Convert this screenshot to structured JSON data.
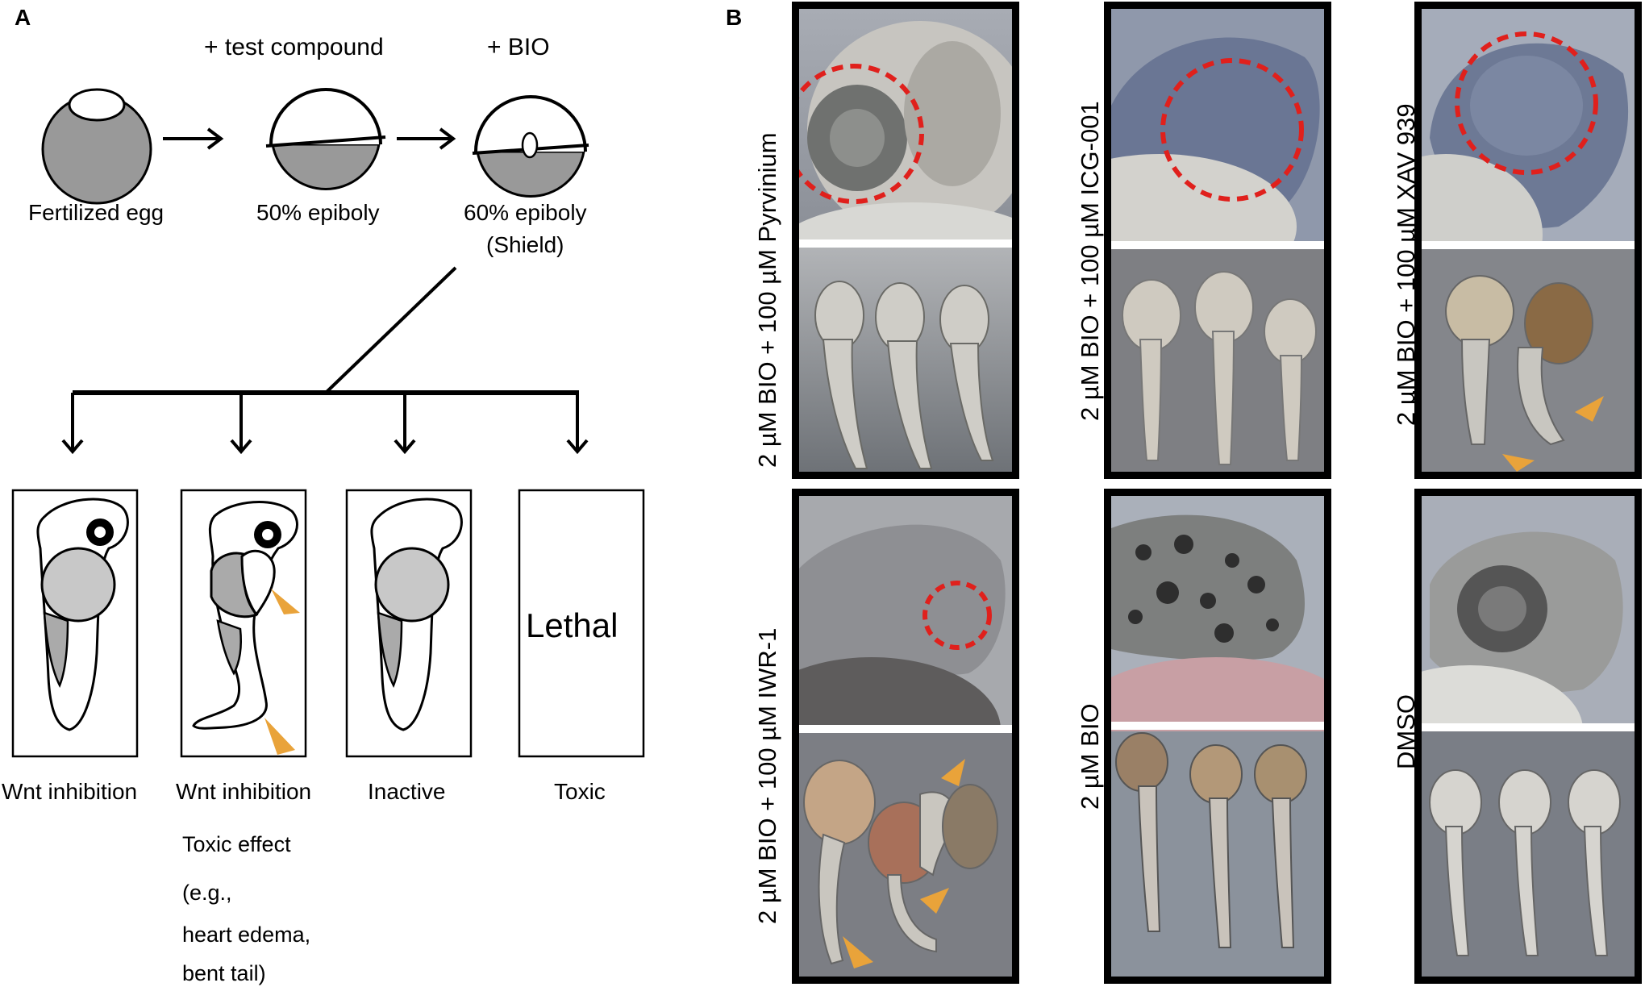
{
  "panel_a": {
    "letter": "A",
    "step_labels": {
      "test_compound": "+ test compound",
      "bio": "+ BIO"
    },
    "stages": [
      "Fertilized egg",
      "50% epiboly",
      "60% epiboly",
      "(Shield)"
    ],
    "outcome_box_text": "Lethal",
    "outcomes": [
      "Wnt inhibition",
      "Wnt inhibition",
      "Inactive",
      "Toxic"
    ],
    "toxic_note": [
      "Toxic effect",
      "(e.g.,",
      "heart edema,",
      "bent tail)"
    ]
  },
  "panel_b": {
    "letter": "B",
    "conditions": [
      "2 µM BIO + 100 µM Pyrvinium",
      "2 µM BIO + 100 µM ICG-001",
      "2 µM BIO + 100 µM XAV 939",
      "2 µM BIO + 100 µM IWR-1",
      "2 µM BIO",
      "DMSO"
    ]
  },
  "colors": {
    "arrowhead": "#e9a33a",
    "dashed_circle": "#e0201c",
    "yolk_gray": "#9a9a9a",
    "embryo_gray": "#c8c8c8"
  }
}
